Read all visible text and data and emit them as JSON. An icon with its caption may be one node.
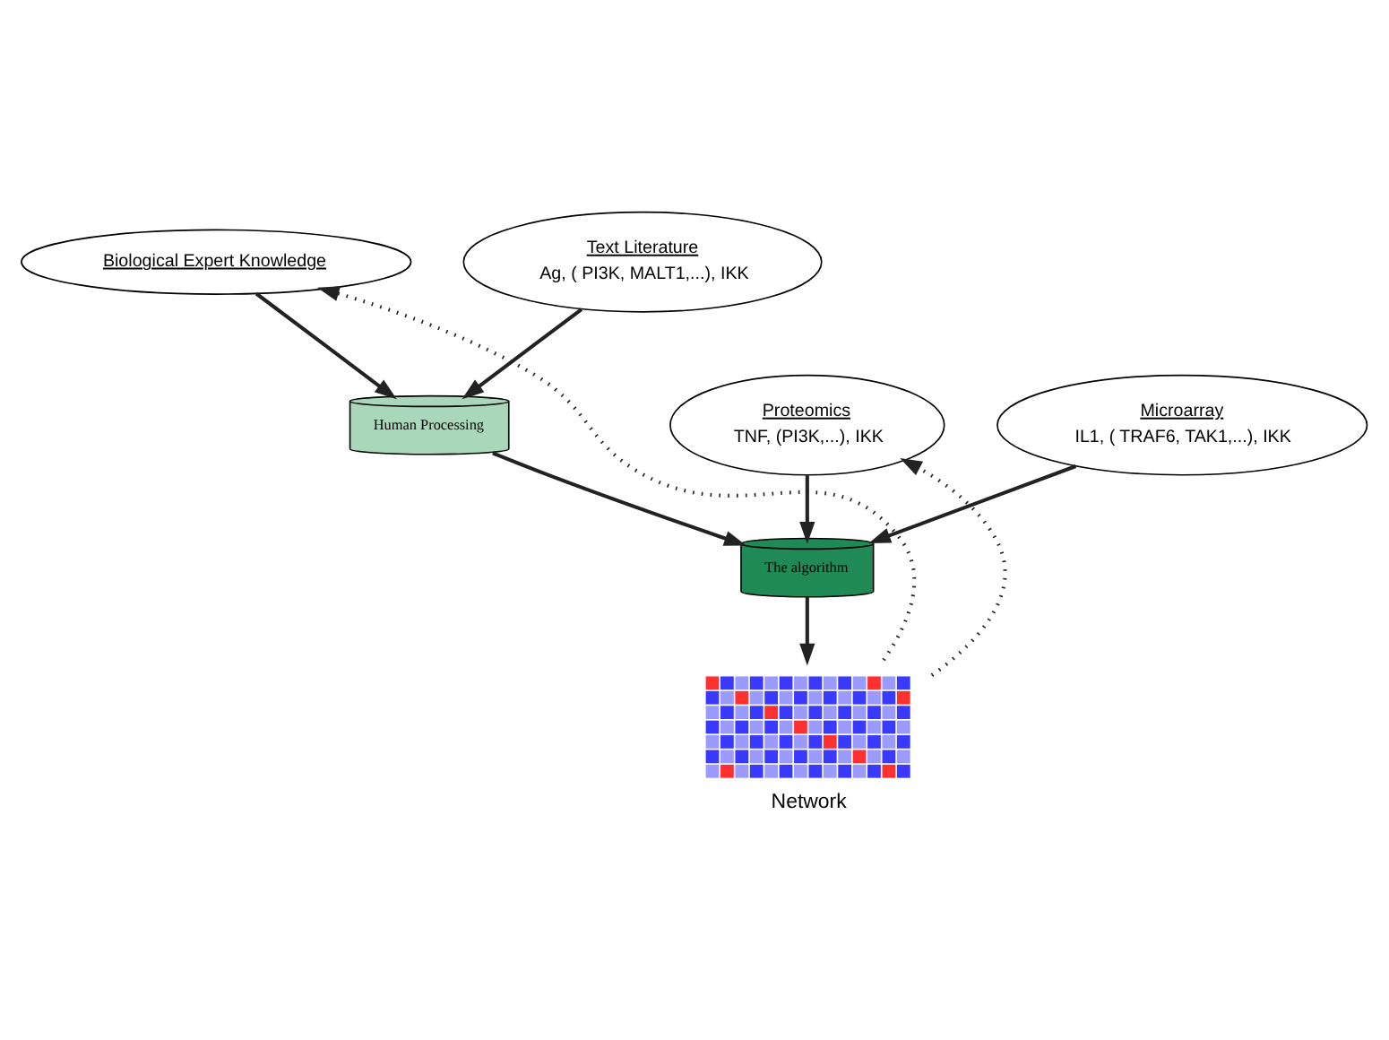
{
  "diagram": {
    "nodes": [
      {
        "text": [
          "Biological Expert Knowledge"
        ]
      },
      {
        "text": [
          "Text Literature",
          "Ag, ( PI3K, MALT1,...), IKK"
        ]
      },
      {
        "text": [
          "Microarray",
          "IL1, ( TRAF6, TAK1,...), IKK"
        ]
      },
      {
        "text": [
          "Proteomics",
          "TNF, (PI3K,...), IKK"
        ]
      },
      {
        "text": [
          "Human Processing"
        ]
      },
      {
        "text": [
          "The algorithm"
        ]
      },
      {
        "text": [],
        "shape": "picture",
        "beside": [
          "Network"
        ]
      }
    ],
    "edges": [
      {
        "from": 0,
        "to": 4,
        "arrow": "to"
      },
      {
        "from": 1,
        "to": 4,
        "arrow": "to"
      },
      {
        "from": 4,
        "to": 5,
        "arrow": "to"
      },
      {
        "from": 2,
        "to": 5,
        "arrow": "to"
      },
      {
        "from": 3,
        "to": 5,
        "arrow": "to"
      },
      {
        "from": 5,
        "to": 6,
        "arrow": "to"
      },
      {
        "from": 6,
        "to": 0,
        "arrow": "to",
        "style": "dashed"
      },
      {
        "from": 6,
        "to": 3,
        "arrow": "to",
        "style": "dashed"
      }
    ]
  }
}
